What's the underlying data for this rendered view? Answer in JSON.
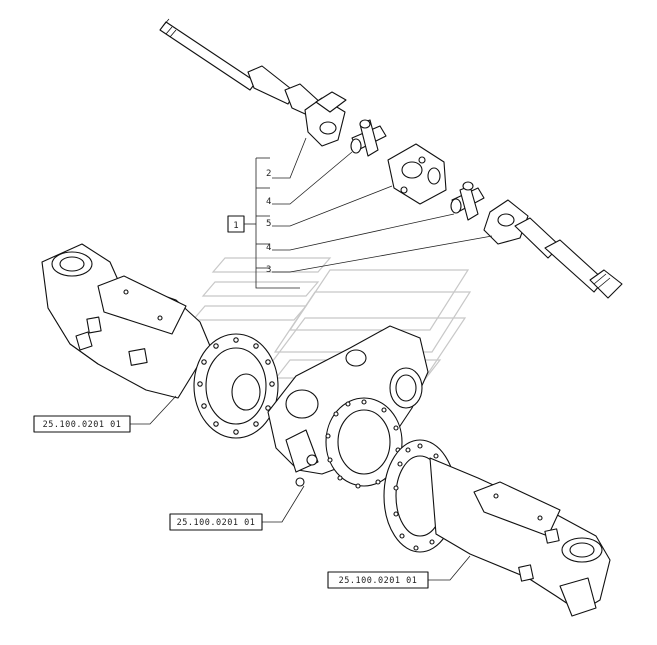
{
  "callouts": {
    "bracket_label": "1",
    "items": [
      "2",
      "4",
      "5",
      "4",
      "3"
    ]
  },
  "references": [
    "25.100.0201 01",
    "25.100.0201 01",
    "25.100.0201 01"
  ]
}
